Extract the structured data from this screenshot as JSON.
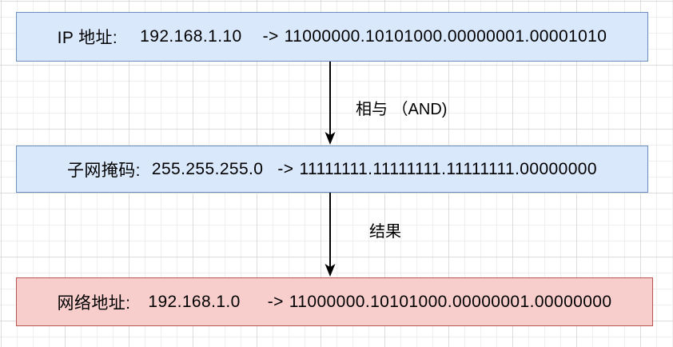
{
  "diagram": {
    "boxes": [
      {
        "label": "IP 地址:",
        "decimal": "192.168.1.10",
        "arrow": "->",
        "binary": "11000000.10101000.00000001.00001010"
      },
      {
        "label": "子网掩码:",
        "decimal": "255.255.255.0",
        "arrow": "->",
        "binary": "11111111.11111111.11111111.00000000"
      },
      {
        "label": "网络地址:",
        "decimal": "192.168.1.0",
        "arrow": "->",
        "binary": "11000000.10101000.00000001.00000000"
      }
    ],
    "connectors": [
      {
        "label": "相与 （AND)"
      },
      {
        "label": "结果"
      }
    ]
  },
  "colors": {
    "input_fill": "#dae8fc",
    "input_stroke": "#6c8ebf",
    "result_fill": "#f8cecc",
    "result_stroke": "#b85450",
    "arrow": "#000000"
  }
}
